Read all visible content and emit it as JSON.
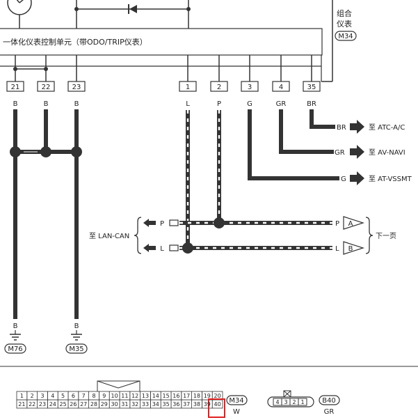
{
  "unit": {
    "name": "一体化仪表控制单元（带ODO/TRIP仪表）",
    "side_label_line1": "组合",
    "side_label_line2": "仪表",
    "connector": "M34"
  },
  "pins": [
    {
      "num": "21",
      "color": "B"
    },
    {
      "num": "22",
      "color": "B"
    },
    {
      "num": "23",
      "color": "B"
    },
    {
      "num": "1",
      "color": "L"
    },
    {
      "num": "2",
      "color": "P"
    },
    {
      "num": "3",
      "color": "G"
    },
    {
      "num": "4",
      "color": "GR"
    },
    {
      "num": "35",
      "color": "BR"
    }
  ],
  "destinations": [
    {
      "color": "BR",
      "to": "至 ATC-A/C"
    },
    {
      "color": "GR",
      "to": "至 AV-NAVI"
    },
    {
      "color": "G",
      "to": "至 AT-VSSMT"
    }
  ],
  "can": {
    "left_label": "至 LAN-CAN",
    "right_label": "下一页",
    "p_left": "P",
    "l_left": "L",
    "p_right": "P",
    "l_right": "L",
    "a_tag": "A",
    "b_tag": "B"
  },
  "grounds": [
    {
      "color": "B",
      "connector": "M76"
    },
    {
      "color": "B",
      "connector": "M35"
    }
  ],
  "connector_m34": {
    "top_row": [
      "1",
      "2",
      "3",
      "4",
      "5",
      "6",
      "7",
      "8",
      "9",
      "10",
      "11",
      "12",
      "13",
      "14",
      "15",
      "16",
      "17",
      "18",
      "19",
      "20"
    ],
    "bottom_row": [
      "21",
      "22",
      "23",
      "24",
      "25",
      "26",
      "27",
      "28",
      "29",
      "30",
      "31",
      "32",
      "33",
      "34",
      "35",
      "36",
      "37",
      "38",
      "39",
      "40"
    ],
    "name": "M34",
    "color": "W",
    "highlight": "40"
  },
  "connector_b40": {
    "pins": [
      "4",
      "3",
      "2",
      "1"
    ],
    "name": "B40",
    "color": "GR"
  },
  "colors": {
    "wire": "#333333",
    "highlight": "#e02020"
  }
}
